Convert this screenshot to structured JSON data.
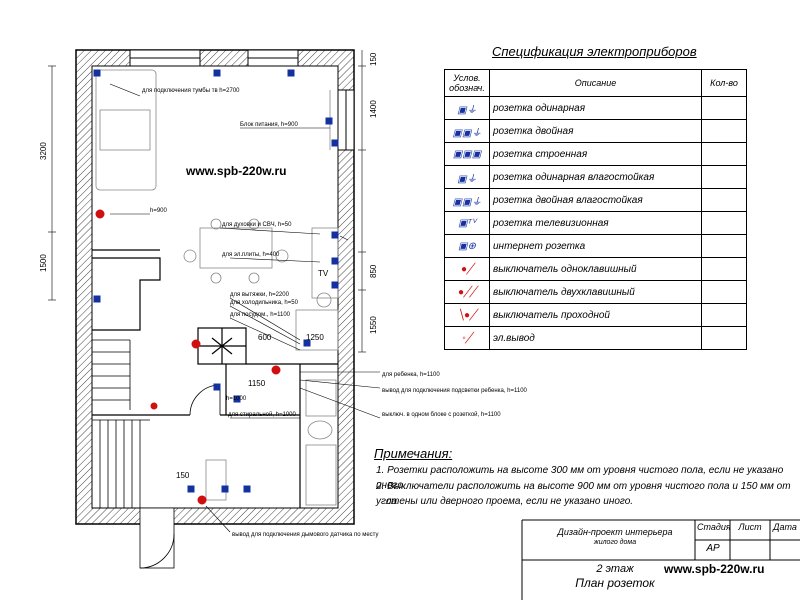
{
  "spec": {
    "title": "Спецификация электроприборов",
    "headers": {
      "symbol": "Услов. обознач.",
      "description": "Описание",
      "qty": "Кол-во"
    },
    "rows": [
      {
        "icon": "single-socket-icon",
        "text": "розетка одинарная"
      },
      {
        "icon": "double-socket-icon",
        "text": "розетка двойная"
      },
      {
        "icon": "triple-socket-icon",
        "text": "розетка строенная"
      },
      {
        "icon": "waterproof-single-socket-icon",
        "text": "розетка одинарная влагостойкая"
      },
      {
        "icon": "waterproof-double-socket-icon",
        "text": "розетка двойная влагостойкая"
      },
      {
        "icon": "tv-socket-icon",
        "text": "розетка телевизионная"
      },
      {
        "icon": "internet-socket-icon",
        "text": "интернет розетка"
      },
      {
        "icon": "single-switch-icon",
        "text": "выключатель одноклавишный"
      },
      {
        "icon": "double-switch-icon",
        "text": "выключатель двухклавишный"
      },
      {
        "icon": "passthrough-switch-icon",
        "text": "выключатель проходной"
      },
      {
        "icon": "electrical-outlet-icon",
        "text": "эл.вывод"
      }
    ]
  },
  "notes": {
    "title": "Примечания:",
    "items": [
      "1. Розетки расположить на высоте 300 мм от уровня чистого пола, если не указано иного.",
      "2. Выключатели расположить на высоте 900 мм от уровня чистого пола и 150 мм от угла",
      "стены или дверного проема, если не указано иного."
    ]
  },
  "stamp": {
    "project": "Дизайн-проект интерьера",
    "project2": "жилого дома",
    "floor": "2 этаж",
    "sheet_title": "План розеток",
    "stage_label": "Стадия",
    "sheet_label": "Лист",
    "date_label": "Дата",
    "stage_value": "АР"
  },
  "website": "www.spb-220w.ru",
  "plan_labels": {
    "tv_note": "для подключения тумбы тв h=2700",
    "curtain_note": "Блок питания, h=900",
    "h900": "h=900",
    "kettle_note": "для духовки и СВЧ, h=50",
    "hob_note": "для эл.плиты, h=400",
    "tv_mark": "TV",
    "hood_note": "для вытяжки, h=2200",
    "fridge_note": "для холодильника, h=50",
    "dishwasher_note": "для посудом., h=1100",
    "h1000a": "h=1000",
    "h1000b": "для стиральной, h=1000",
    "boiler_note": "для ребенка, h=1100",
    "heater_note": "вывод для подключения подсветки ребенка, h=1100",
    "switch_note": "выключ. в одном блоке с розеткой, h=1100",
    "entry_note": "вывод для подключения дымового датчика по месту",
    "d600": "600",
    "d1250": "1250",
    "d1150": "1150",
    "d150": "150"
  },
  "dimensions": {
    "left_3200": "3200",
    "left_1500": "1500",
    "right_150": "150",
    "right_1400": "1400",
    "right_850": "850",
    "right_1550": "1550"
  }
}
